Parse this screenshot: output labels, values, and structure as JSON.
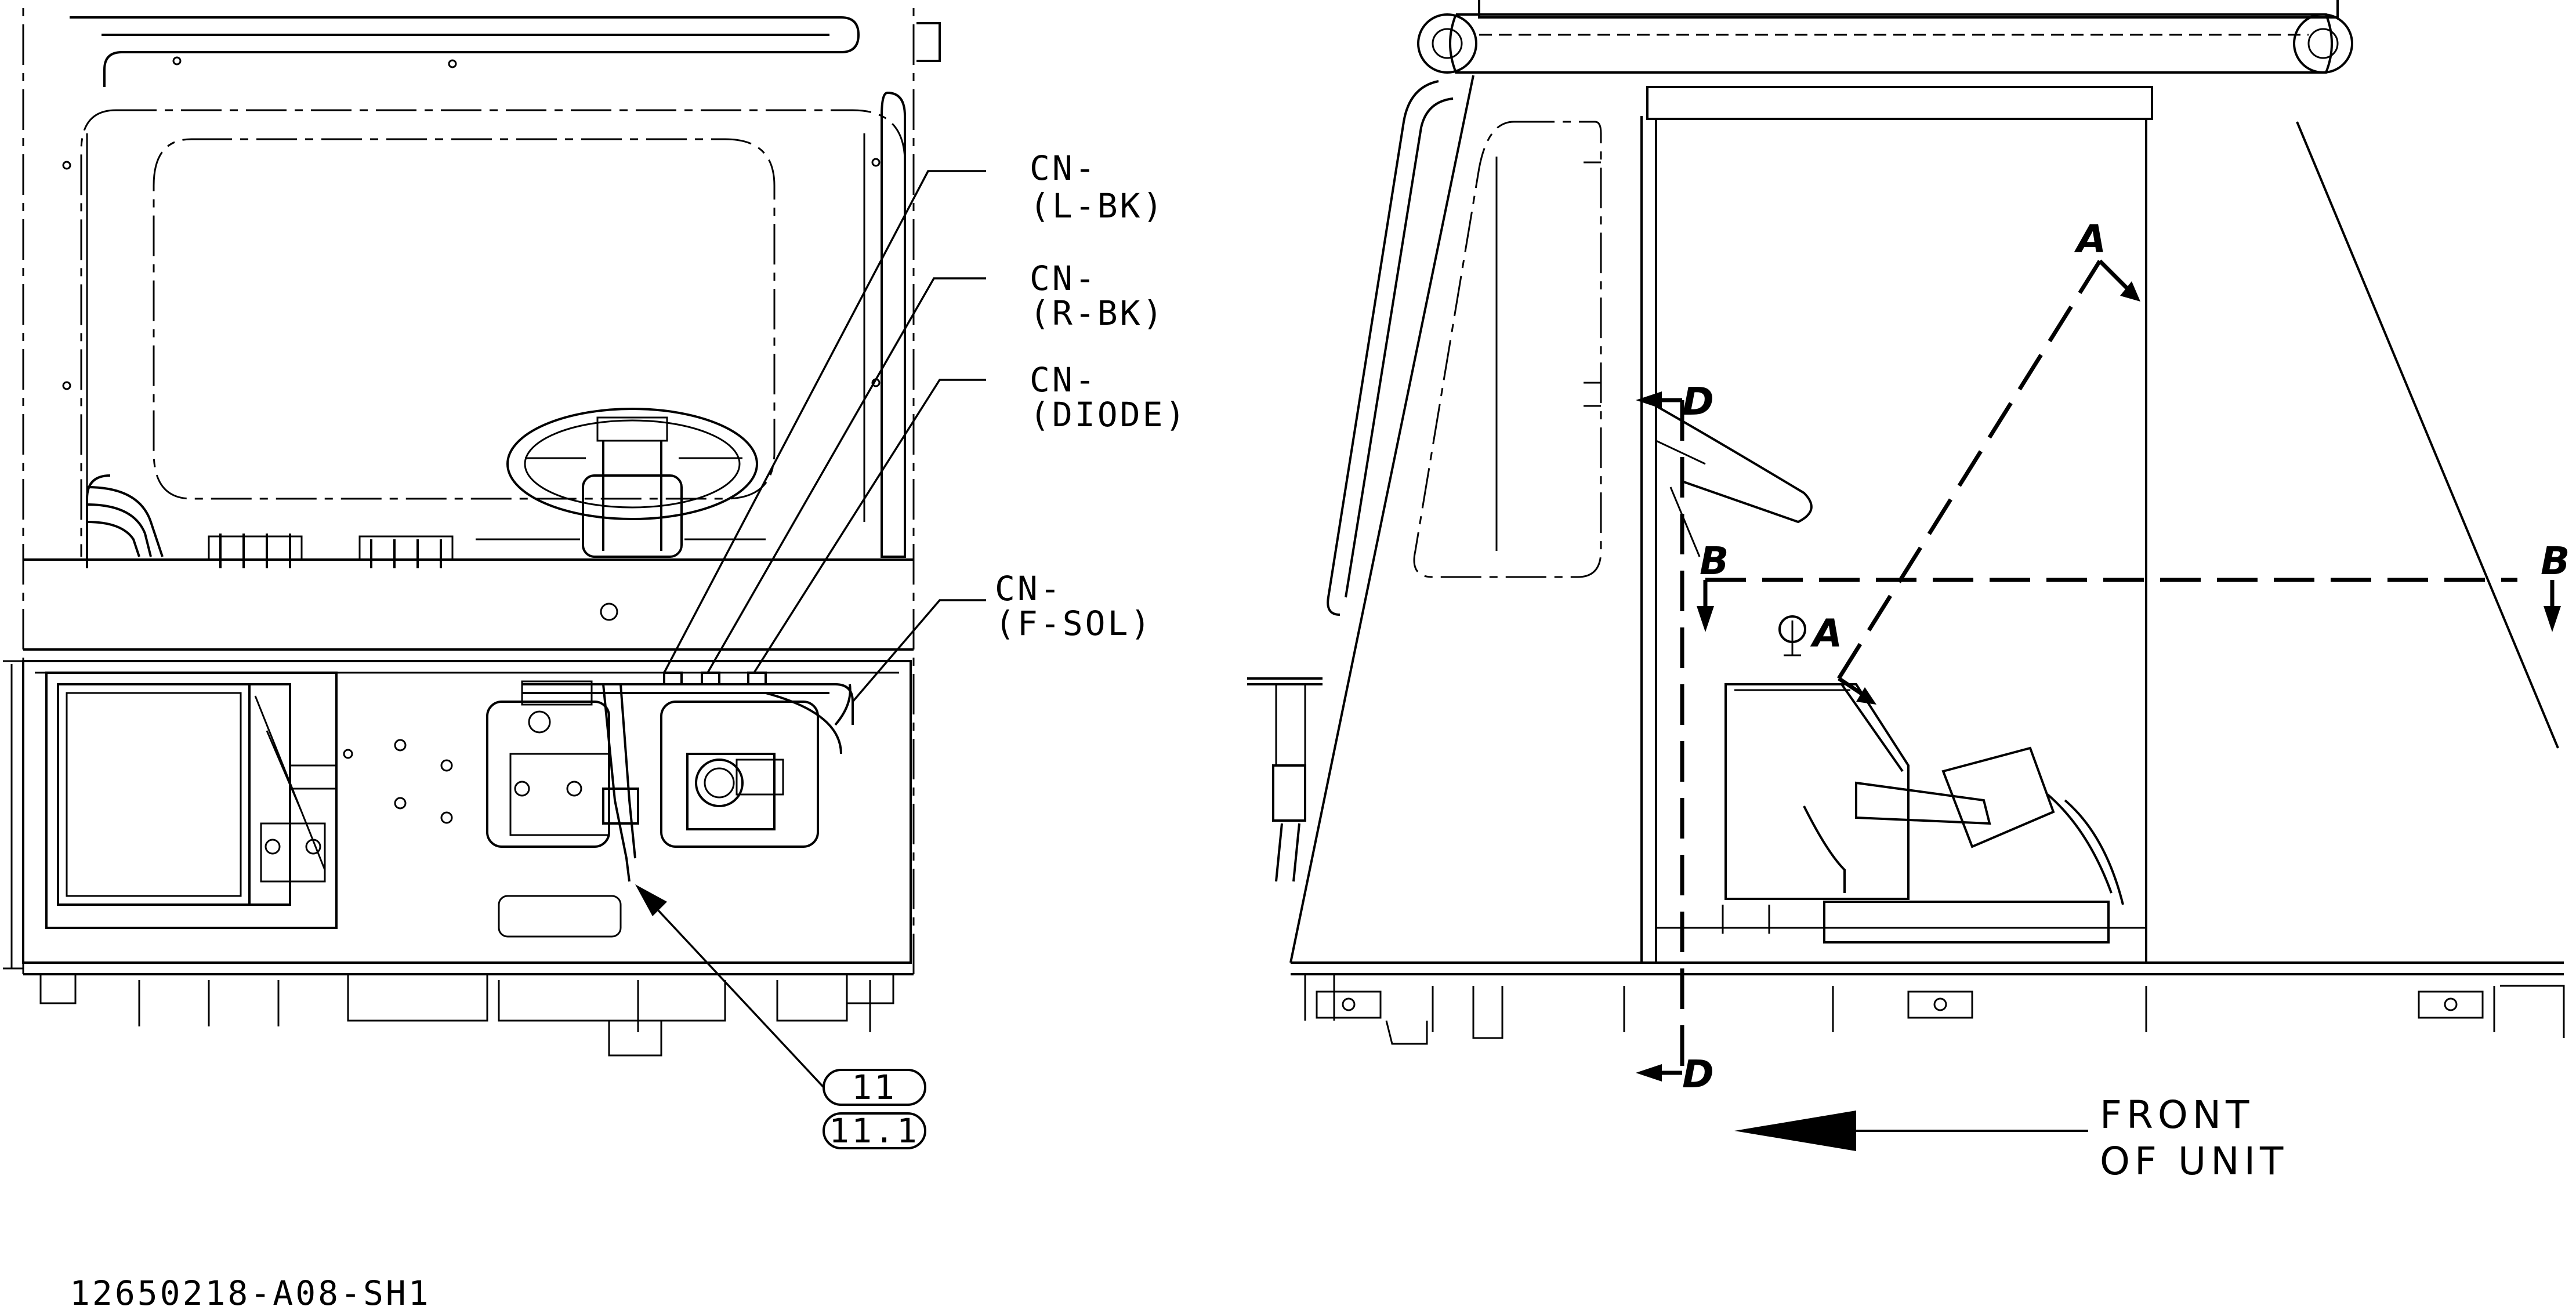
{
  "callouts": {
    "l_bk_line1": "CN-",
    "l_bk_line2": "(L-BK)",
    "r_bk_line1": "CN-",
    "r_bk_line2": "(R-BK)",
    "diode_line1": "CN-",
    "diode_line2": "(DIODE)",
    "f_sol_line1": "CN-",
    "f_sol_line2": "(F-SOL)"
  },
  "item_balloons": {
    "item_a": "11",
    "item_b": "11.1"
  },
  "section_markers": {
    "a": "A",
    "b": "B",
    "d": "D"
  },
  "front_label": {
    "line1": "FRONT",
    "line2": "OF UNIT"
  },
  "drawing_number": "12650218-A08-SH1"
}
